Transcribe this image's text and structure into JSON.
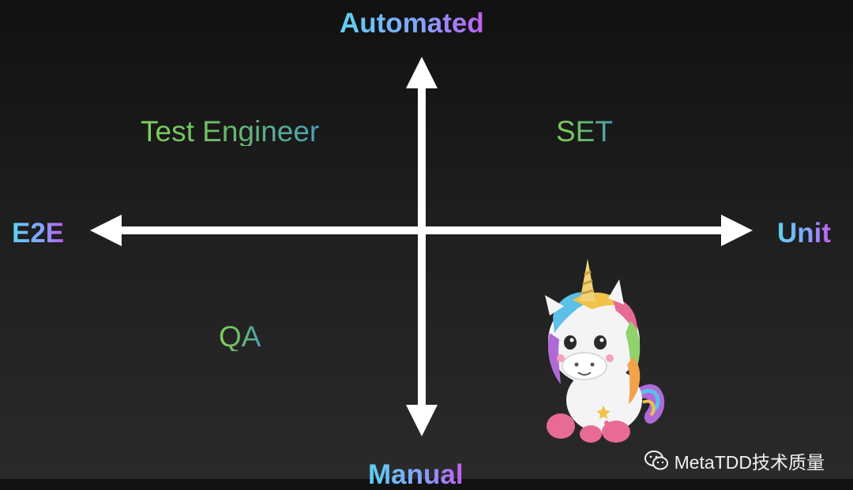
{
  "axes": {
    "top": "Automated",
    "bottom": "Manual",
    "left": "E2E",
    "right": "Unit"
  },
  "quadrants": {
    "top_left": "Test Engineer",
    "top_right": "SET",
    "bottom_left": "QA"
  },
  "watermark": {
    "text": "MetaTDD技术质量",
    "icon": "wechat-icon"
  },
  "mascot": "unicorn-mascot"
}
